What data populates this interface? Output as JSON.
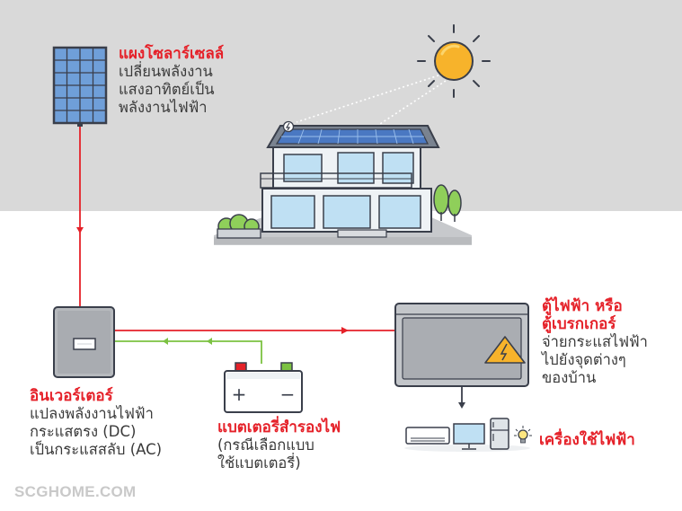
{
  "solar_panel": {
    "title": "แผงโซลาร์เซลล์",
    "desc": [
      "เปลี่ยนพลังงาน",
      "แสงอาทิตย์เป็น",
      "พลังงานไฟฟ้า"
    ]
  },
  "inverter": {
    "title": "อินเวอร์เตอร์",
    "desc": [
      "แปลงพลังงานไฟฟ้า",
      "กระแสตรง (DC)",
      "เป็นกระแสสลับ (AC)"
    ]
  },
  "battery": {
    "title": "แบตเตอรี่สำรองไฟ",
    "desc": [
      "(กรณีเลือกแบบ",
      "ใช้แบตเตอรี่)"
    ],
    "plus": "+",
    "minus": "−"
  },
  "breaker": {
    "title": [
      "ตู้ไฟฟ้า หรือ",
      "ตู้เบรกเกอร์"
    ],
    "desc": [
      "จ่ายกระแสไฟฟ้า",
      "ไปยังจุดต่างๆ",
      "ของบ้าน"
    ]
  },
  "appliances": {
    "title": "เครื่องใช้ไฟฟ้า"
  },
  "watermark": "SCGHOME.COM",
  "colors": {
    "accent_red": "#e52129",
    "dc_green": "#7cc242",
    "sky_gray": "#d9d9d9",
    "sun": "#f7b32b"
  },
  "icons": [
    "sun-icon",
    "house-icon",
    "solar-panel-icon",
    "inverter-icon",
    "battery-icon",
    "breaker-box-icon",
    "warning-icon",
    "air-conditioner-icon",
    "computer-monitor-icon",
    "refrigerator-icon",
    "light-bulb-icon"
  ]
}
